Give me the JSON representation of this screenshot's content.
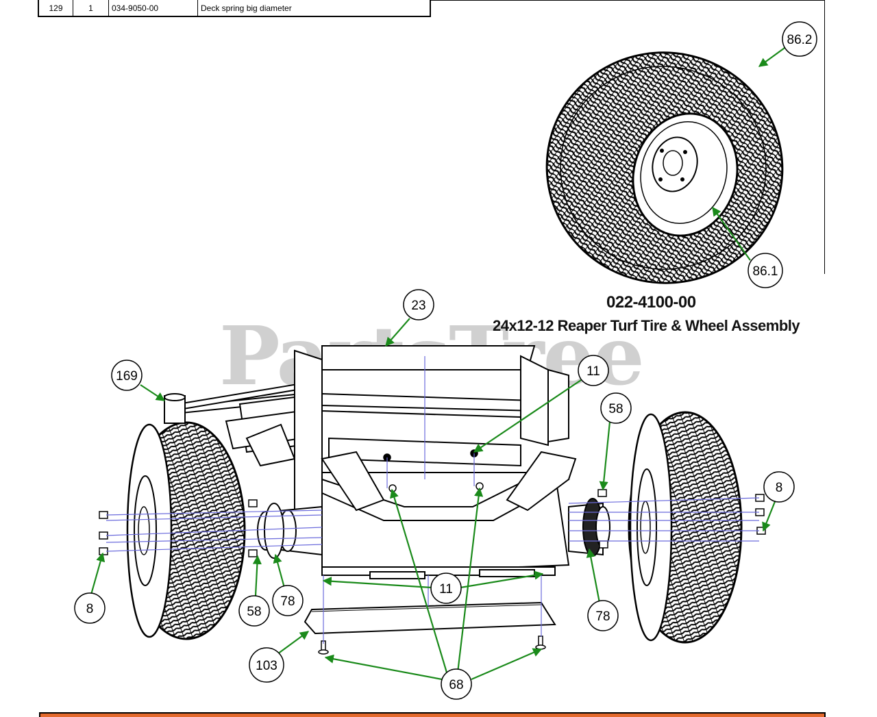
{
  "parts_table": {
    "row": {
      "ref": "129",
      "qty": "1",
      "part_number": "034-9050-00",
      "description": "Deck spring big diameter"
    }
  },
  "assembly": {
    "part_number": "022-4100-00",
    "description": "24x12-12 Reaper Turf Tire & Wheel Assembly"
  },
  "watermark": "PartsTree",
  "callouts": {
    "c86_2": "86.2",
    "c86_1": "86.1",
    "c23": "23",
    "c169": "169",
    "c11_top": "11",
    "c58_right": "58",
    "c8_right": "8",
    "c8_left": "8",
    "c58_left": "58",
    "c78_left": "78",
    "c11_bottom": "11",
    "c78_right": "78",
    "c103": "103",
    "c68": "68"
  },
  "colors": {
    "leader": "#1a8a1a",
    "guide": "#6b6bdc",
    "footer": "#e46a2e"
  }
}
